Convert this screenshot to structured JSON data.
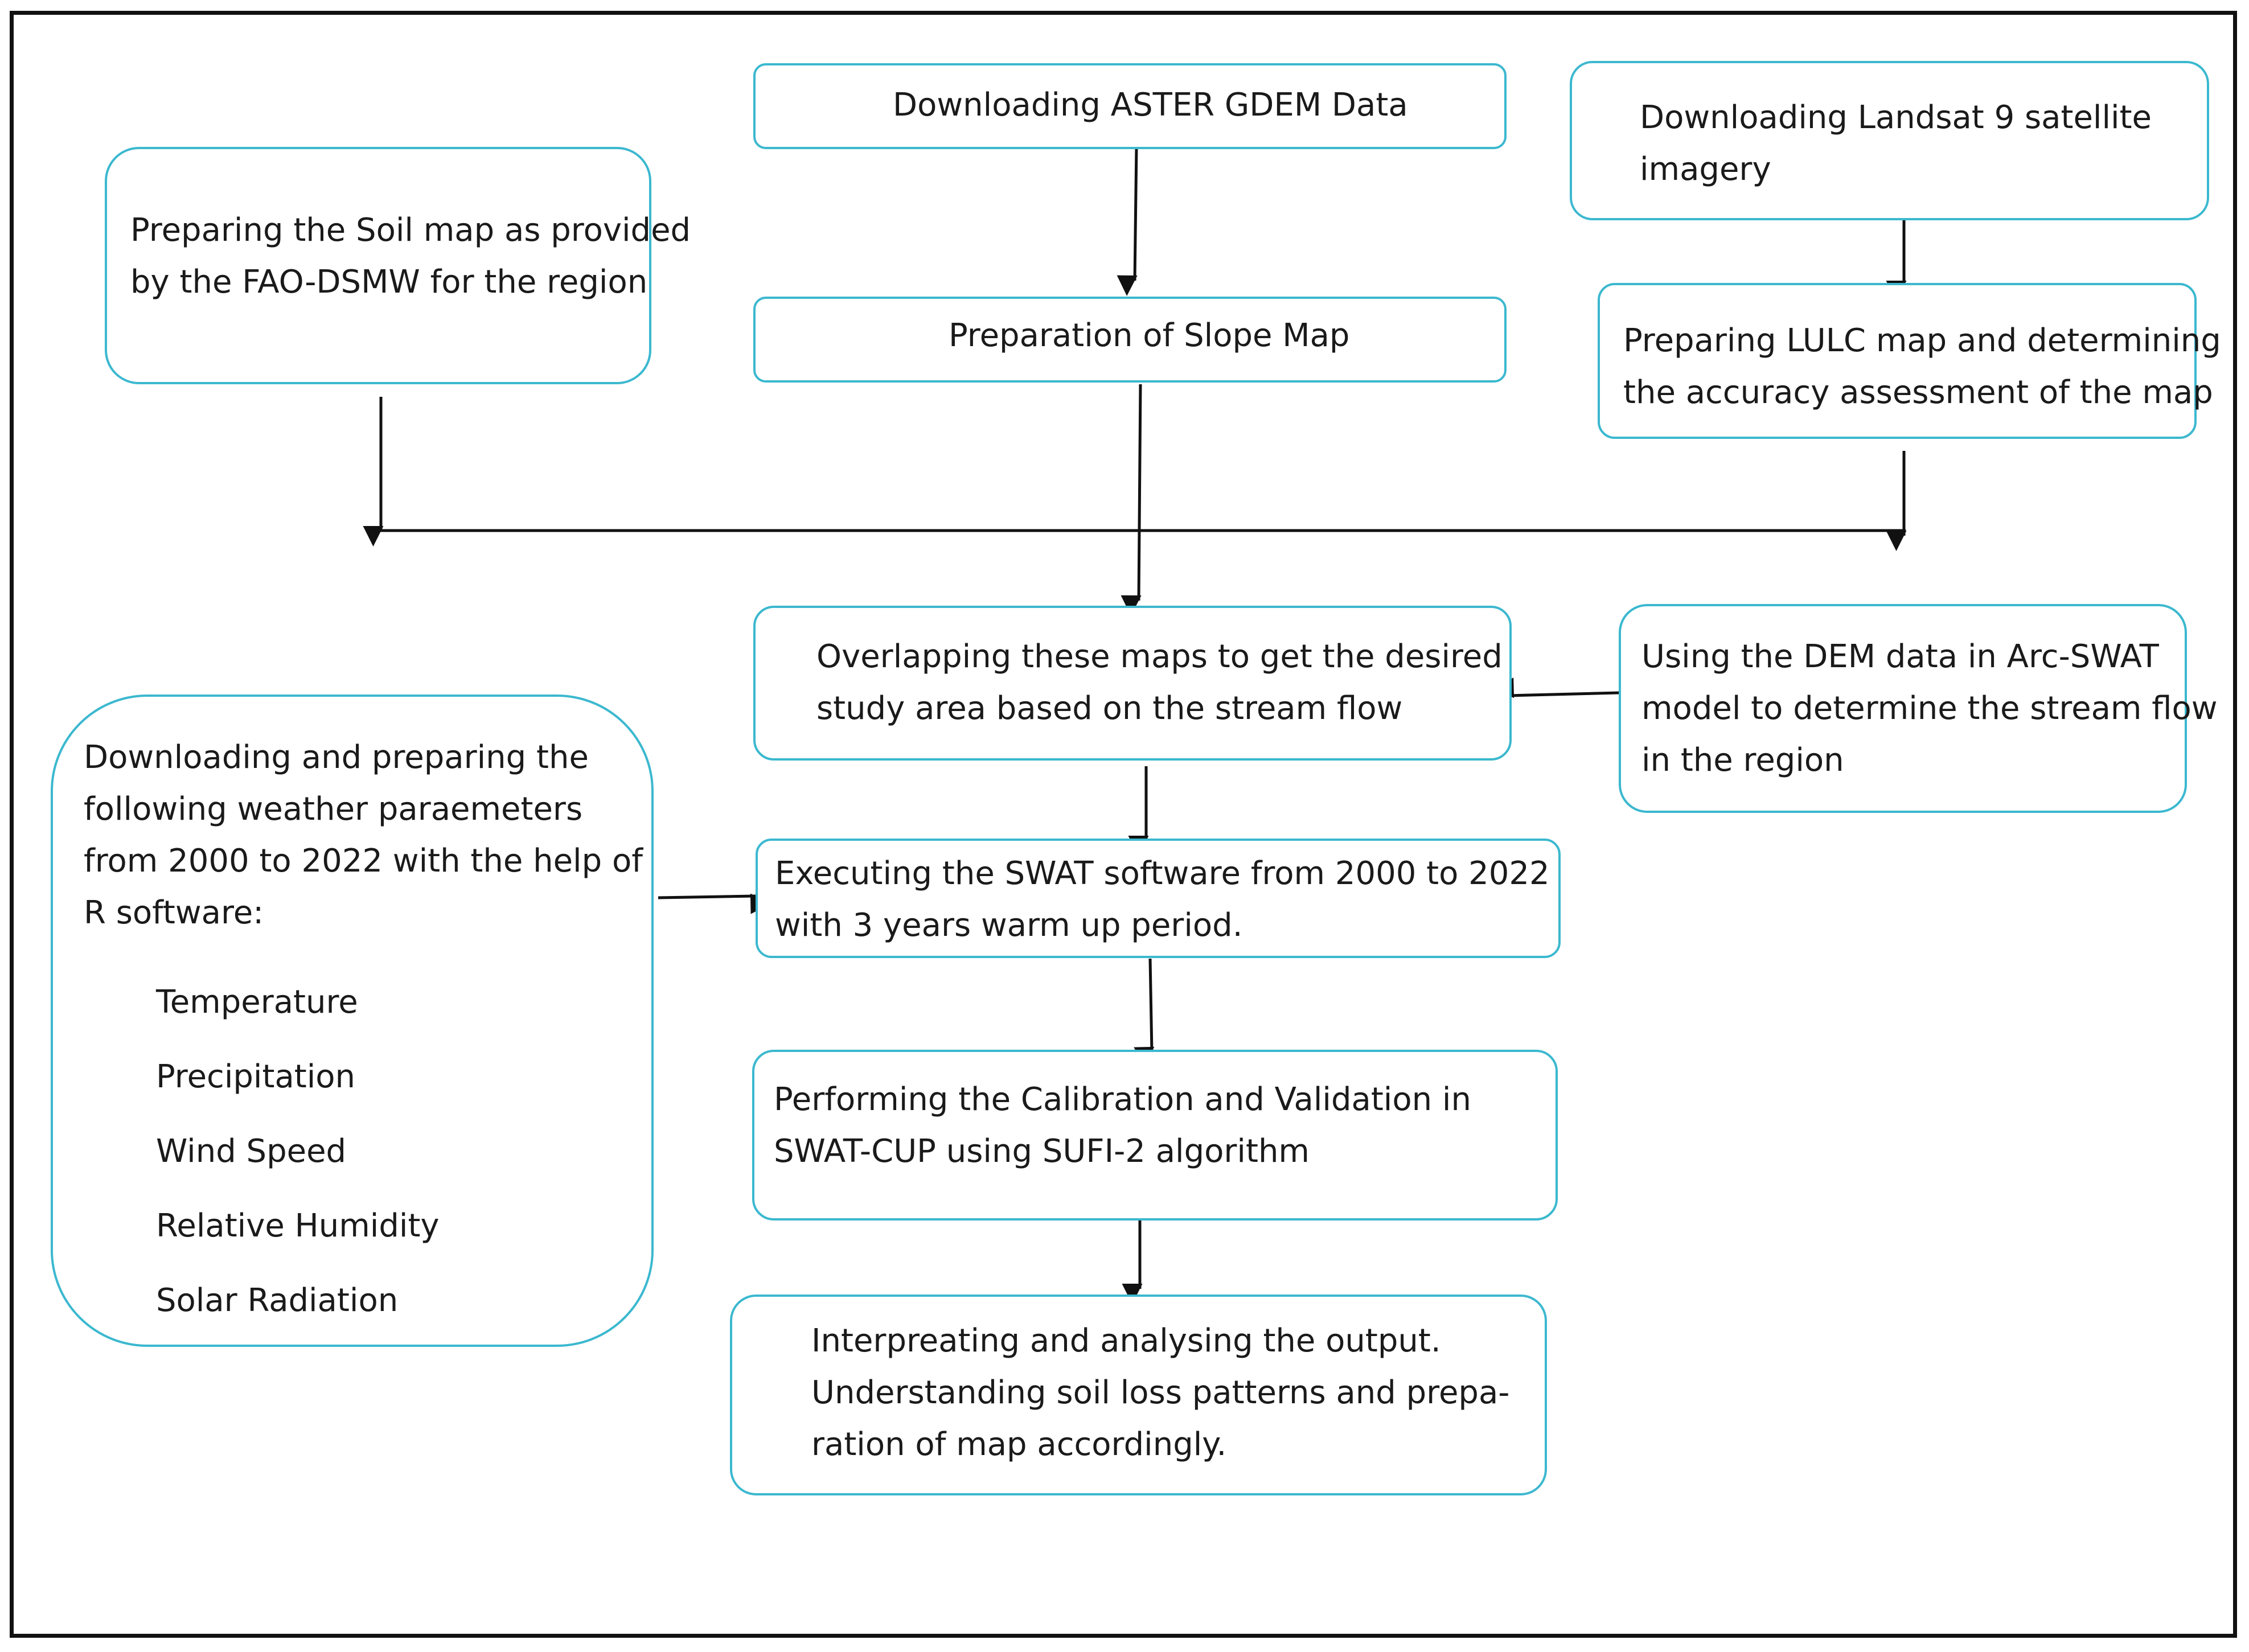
{
  "diagram": {
    "nodes": {
      "aster": {
        "lines": [
          "Downloading ASTER GDEM Data"
        ]
      },
      "landsat": {
        "lines": [
          "Downloading Landsat 9 satellite",
          "imagery"
        ]
      },
      "soil": {
        "lines": [
          "Preparing the Soil map as provided",
          "by the FAO-DSMW for the region"
        ]
      },
      "slope": {
        "lines": [
          "Preparation of Slope Map"
        ]
      },
      "lulc": {
        "lines": [
          "Preparing LULC map and determining",
          "the accuracy assessment of the map"
        ]
      },
      "overlap": {
        "lines": [
          "Overlapping these maps to get the desired",
          "study area based on the stream flow"
        ]
      },
      "dem": {
        "lines": [
          "Using the DEM data in Arc-SWAT",
          "model to determine the stream flow",
          "in the region"
        ]
      },
      "weather": {
        "lines": [
          "Downloading and preparing the",
          "following weather paraemeters",
          "from 2000 to 2022 with the help of",
          "R software:"
        ],
        "params": [
          "Temperature",
          "Precipitation",
          "Wind Speed",
          "Relative Humidity",
          "Solar Radiation"
        ]
      },
      "swat": {
        "lines": [
          "Executing the SWAT software from 2000 to 2022",
          "with 3 years warm up period."
        ]
      },
      "calib": {
        "lines": [
          "Performing the Calibration and Validation in",
          "SWAT-CUP using SUFI-2 algorithm"
        ]
      },
      "output": {
        "lines": [
          "Interpreating and analysing the output.",
          "Understanding soil loss patterns and prepa-",
          "ration of map accordingly."
        ]
      }
    },
    "colors": {
      "box_border": "#3bb8cf",
      "arrow": "#111111",
      "frame": "#111111"
    }
  }
}
